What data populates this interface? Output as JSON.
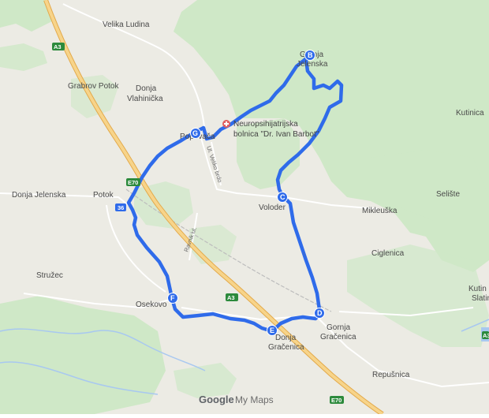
{
  "places": [
    {
      "id": "velika-ludina",
      "label": "Velika Ludina"
    },
    {
      "id": "grabrov-potok",
      "label": "Grabrov Potok"
    },
    {
      "id": "donja-vlahinicka-1",
      "label": "Donja"
    },
    {
      "id": "donja-vlahinicka-2",
      "label": "Vlahinička"
    },
    {
      "id": "gornja-jelenska-1",
      "label": "Gornja"
    },
    {
      "id": "gornja-jelenska-2",
      "label": "Jelenska"
    },
    {
      "id": "popovaca",
      "label": "Popovača"
    },
    {
      "id": "kutinica",
      "label": "Kutinica"
    },
    {
      "id": "donja-jelenska",
      "label": "Donja Jelenska"
    },
    {
      "id": "potok",
      "label": "Potok"
    },
    {
      "id": "voloder",
      "label": "Voloder"
    },
    {
      "id": "mikleuska",
      "label": "Mikleuška"
    },
    {
      "id": "seliste",
      "label": "Selište"
    },
    {
      "id": "ciglenica",
      "label": "Ciglenica"
    },
    {
      "id": "struzec",
      "label": "Stružec"
    },
    {
      "id": "osekovo",
      "label": "Osekovo"
    },
    {
      "id": "kutina-1",
      "label": "Kutin"
    },
    {
      "id": "kutina-2",
      "label": "Slatin"
    },
    {
      "id": "gornja-gracenica-1",
      "label": "Gornja"
    },
    {
      "id": "gornja-gracenica-2",
      "label": "Gračenica"
    },
    {
      "id": "donja-gracenica-1",
      "label": "Donja"
    },
    {
      "id": "donja-gracenica-2",
      "label": "Gračenica"
    },
    {
      "id": "repusnica",
      "label": "Repušnica"
    }
  ],
  "poi": {
    "hospital_line1": "Neuropsihijatrijska",
    "hospital_line2": "bolnica \"Dr. Ivan Barbot\""
  },
  "streets": [
    {
      "id": "ulica-velikobrdo",
      "label": "Ul. Veliko brdo"
    },
    {
      "id": "ravnik-ul",
      "label": "Ravnik ul."
    },
    {
      "id": "road-unnamed",
      "label": "..."
    }
  ],
  "road_badges": [
    {
      "id": "a3-top",
      "label": "A3"
    },
    {
      "id": "e70-mid",
      "label": "E70"
    },
    {
      "id": "r36",
      "label": "36"
    },
    {
      "id": "a3-bottom",
      "label": "A3"
    },
    {
      "id": "e70-bottom",
      "label": "E70"
    },
    {
      "id": "a3-right",
      "label": "A3"
    }
  ],
  "route_markers": [
    {
      "id": "marker-b",
      "label": "B"
    },
    {
      "id": "marker-c",
      "label": "C"
    },
    {
      "id": "marker-d",
      "label": "D"
    },
    {
      "id": "marker-e",
      "label": "E"
    },
    {
      "id": "marker-f",
      "label": "F"
    },
    {
      "id": "marker-g",
      "label": "G"
    }
  ],
  "attribution": {
    "google": "Google",
    "my_maps": "My Maps"
  },
  "colors": {
    "route": "#2f6bea",
    "highway": "#f5c46a",
    "highway_edge": "#e3a94a",
    "land": "#ecebe4",
    "forest": "#c8e6c0",
    "water": "#a8c8f0",
    "badge_green": "#2c8a3c"
  }
}
